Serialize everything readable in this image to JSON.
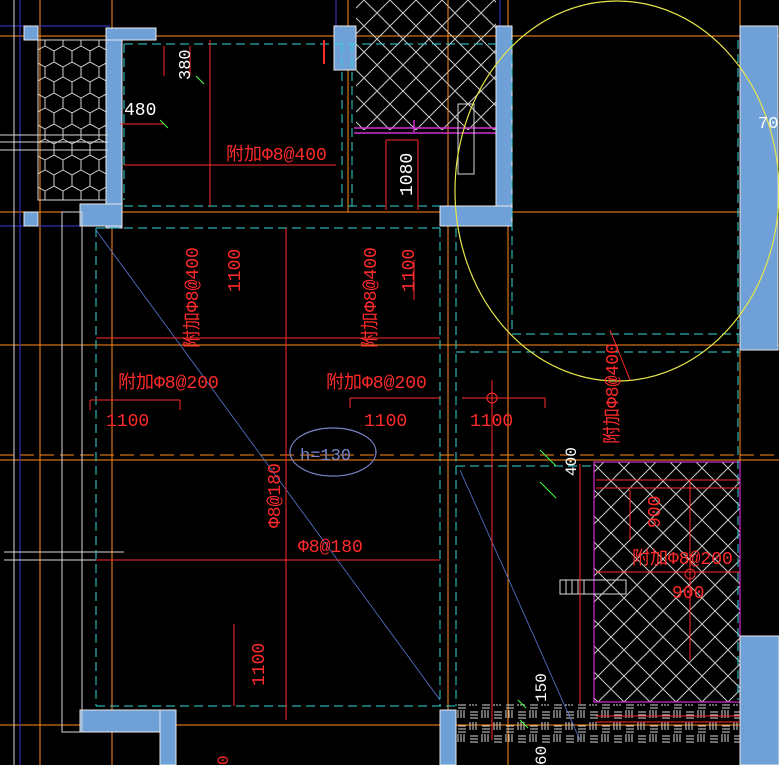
{
  "colors": {
    "background": "#000000",
    "wall_fill": "#6fa0d8",
    "rebar": "#ff2a2a",
    "axis": "#ff8c1a",
    "dashed_cyan": "#33d6d6",
    "outline": "#d8d8d8",
    "hatch": "#c9c9c9",
    "grid_blue": "#3a3ad8",
    "magenta": "#d030d0",
    "cloud_yellow": "#e6e64a",
    "slab_note": "#7a86c8",
    "dimension_green": "#4cff4c"
  },
  "labels": {
    "rebar_top_room": "附加Φ8@400",
    "dim_380": "380",
    "dim_480": "480",
    "dim_1080": "1080",
    "rebar_left_upper": "附加Φ8@400",
    "dim_left_upper": "1100",
    "rebar_mid_upper": "附加Φ8@400",
    "dim_mid_upper": "1100",
    "rebar_left_mid": "附加Φ8@200",
    "dim_left_mid": "1100",
    "rebar_center_mid": "附加Φ8@200",
    "dim_center_mid": "1100",
    "dim_right_mid": "1100",
    "rebar_right_upper": "附加Φ8@400",
    "slab_thickness": "h=130",
    "dim_400": "400",
    "rebar_vertical": "Φ8@180",
    "rebar_horizontal": "Φ8@180",
    "dim_bottom_left": "1100",
    "dim_900_a": "900",
    "rebar_lower_right": "附加Φ8@200",
    "dim_900_b": "900",
    "dim_150": "150",
    "dim_60_partial": "60",
    "dim_edge_partial": "70",
    "dim_bottom_edge_partial": "0"
  }
}
